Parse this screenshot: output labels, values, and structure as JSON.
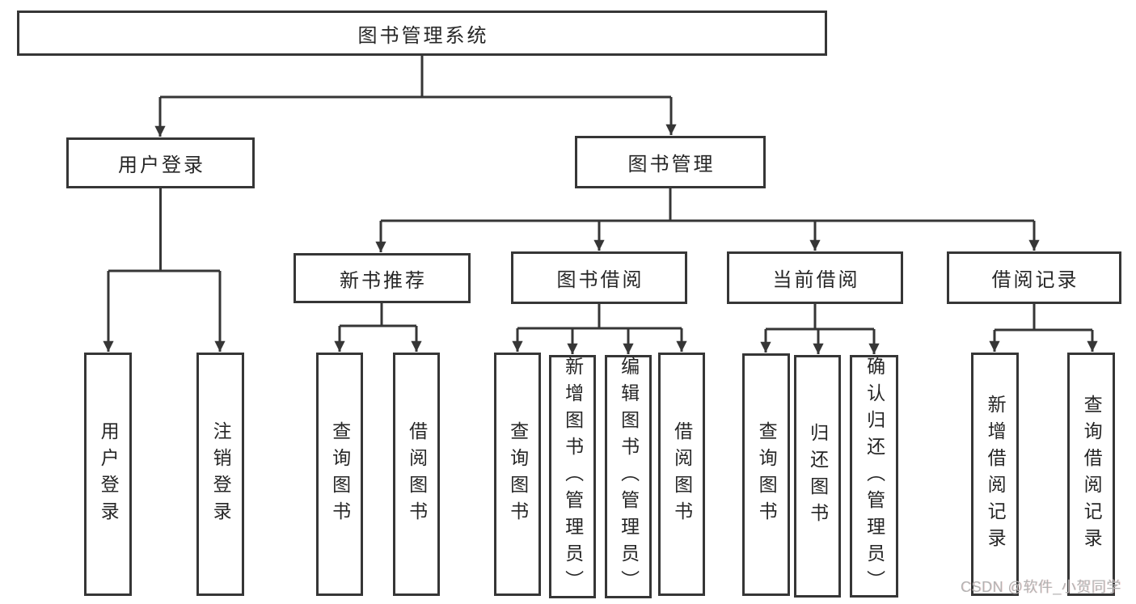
{
  "diagram": {
    "title": "图书管理系统",
    "watermark": "CSDN @软件_小贺同学",
    "colors": {
      "line": "#363636",
      "text": "#262626",
      "background": "#ffffff",
      "watermark": "#b3b3b3"
    },
    "nodes": {
      "root": {
        "label": "图书管理系统"
      },
      "user_login": {
        "label": "用户登录"
      },
      "book_mgmt": {
        "label": "图书管理"
      },
      "new_book_rec": {
        "label": "新书推荐"
      },
      "book_borrow": {
        "label": "图书借阅"
      },
      "current_borrow": {
        "label": "当前借阅"
      },
      "borrow_record": {
        "label": "借阅记录"
      },
      "login_children": [
        {
          "label": "用户登录"
        },
        {
          "label": "注销登录"
        }
      ],
      "new_book_children": [
        {
          "label": "查询图书"
        },
        {
          "label": "借阅图书"
        }
      ],
      "book_borrow_children": [
        {
          "label": "查询图书"
        },
        {
          "label": "新增图书（管理员）"
        },
        {
          "label": "编辑图书（管理员）"
        },
        {
          "label": "借阅图书"
        }
      ],
      "current_borrow_children": [
        {
          "label": "查询图书"
        },
        {
          "label": "归还图书"
        },
        {
          "label": "确认归还（管理员）"
        }
      ],
      "borrow_record_children": [
        {
          "label": "新增借阅记录"
        },
        {
          "label": "查询借阅记录"
        }
      ]
    }
  }
}
